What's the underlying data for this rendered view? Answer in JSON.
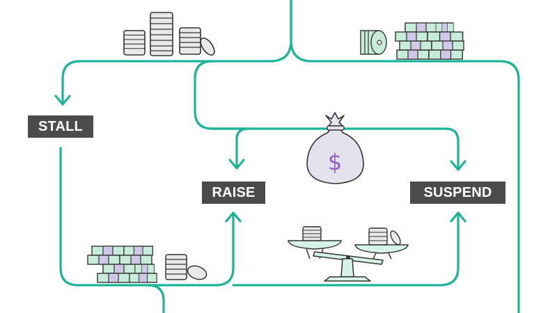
{
  "labels": {
    "stall": "STALL",
    "raise": "RAISE",
    "suspend": "SUSPEND"
  },
  "icons": {
    "coins": "coin-stacks-icon",
    "cash_stack_top": "cash-stack-icon",
    "money_bag": "money-bag-icon",
    "money_bag_symbol": "$",
    "cash_coins_bottom": "cash-and-coins-icon",
    "balance_scale": "balance-scale-icon"
  },
  "colors": {
    "line": "#1db396",
    "label_bg": "#4b4b4b",
    "label_text": "#ffffff",
    "bill": "#c7ecd9",
    "bill_dark": "#cfc8e6",
    "coin": "#e9e9e9",
    "outline": "#333333",
    "bag": "#e4e2ec",
    "bag_symbol": "#8c5fc7",
    "scale": "#d7f2e6"
  }
}
